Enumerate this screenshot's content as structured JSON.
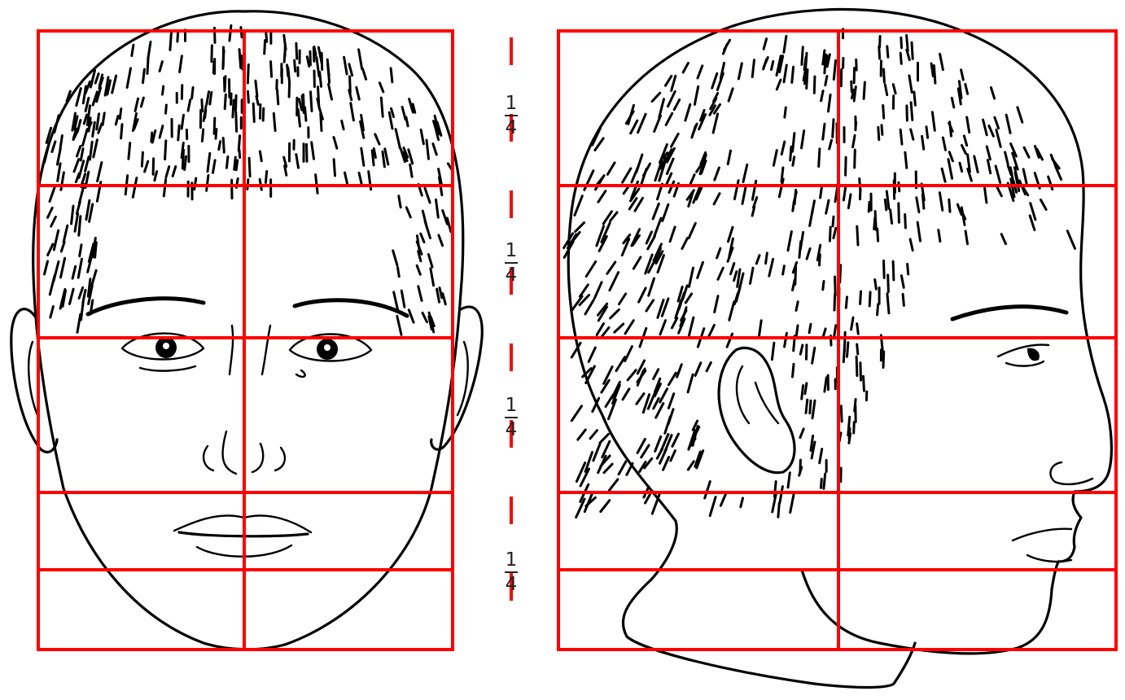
{
  "divider": {
    "fractions": [
      {
        "numerator": "1",
        "denominator": "4"
      },
      {
        "numerator": "1",
        "denominator": "4"
      },
      {
        "numerator": "1",
        "denominator": "4"
      },
      {
        "numerator": "1",
        "denominator": "4"
      }
    ]
  },
  "colors": {
    "grid": "#ff0000",
    "line_art": "#000000",
    "background": "#ffffff"
  },
  "icons": [
    "front-face-drawing",
    "profile-face-drawing"
  ]
}
